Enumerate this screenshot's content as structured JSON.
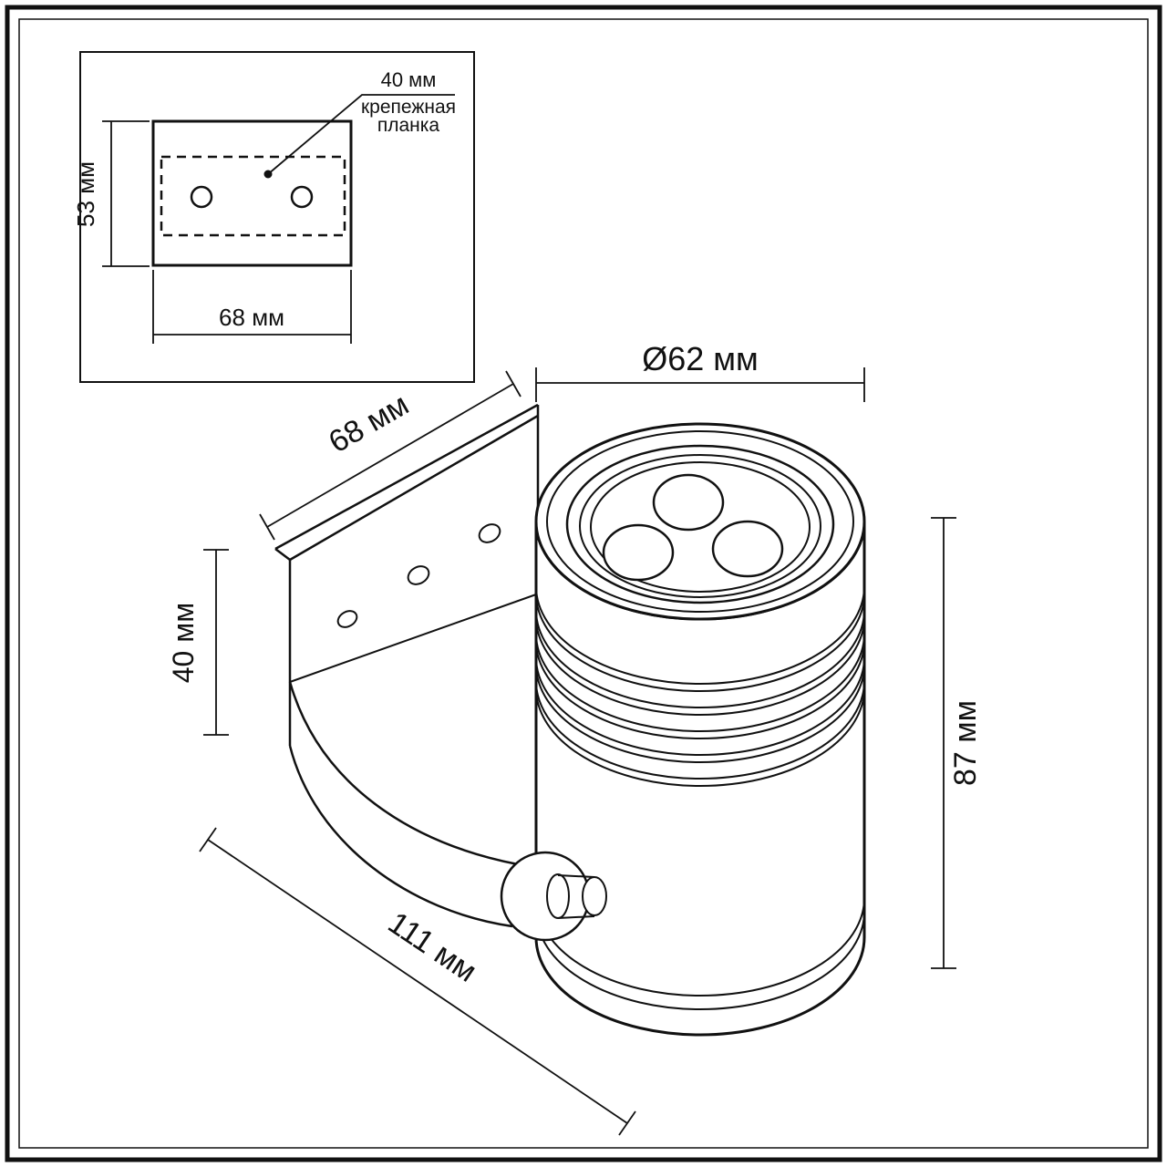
{
  "drawing": {
    "inset": {
      "callout_value": "40 мм",
      "callout_label_line1": "крепежная",
      "callout_label_line2": "планка",
      "height_dim": "53 мм",
      "width_dim": "68 мм"
    },
    "main_view": {
      "diameter_dim": "Ø62 мм",
      "bracket_depth_dim": "68 мм",
      "bracket_height_dim": "40 мм",
      "body_height_dim": "87 мм",
      "overall_length_dim": "111 мм"
    },
    "colors": {
      "line": "#111111",
      "background": "#ffffff"
    }
  }
}
